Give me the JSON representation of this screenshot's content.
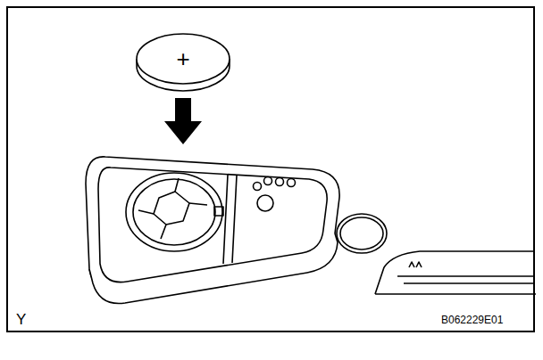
{
  "diagram": {
    "labels": [
      "+",
      "Y",
      "B062229E01"
    ]
  }
}
